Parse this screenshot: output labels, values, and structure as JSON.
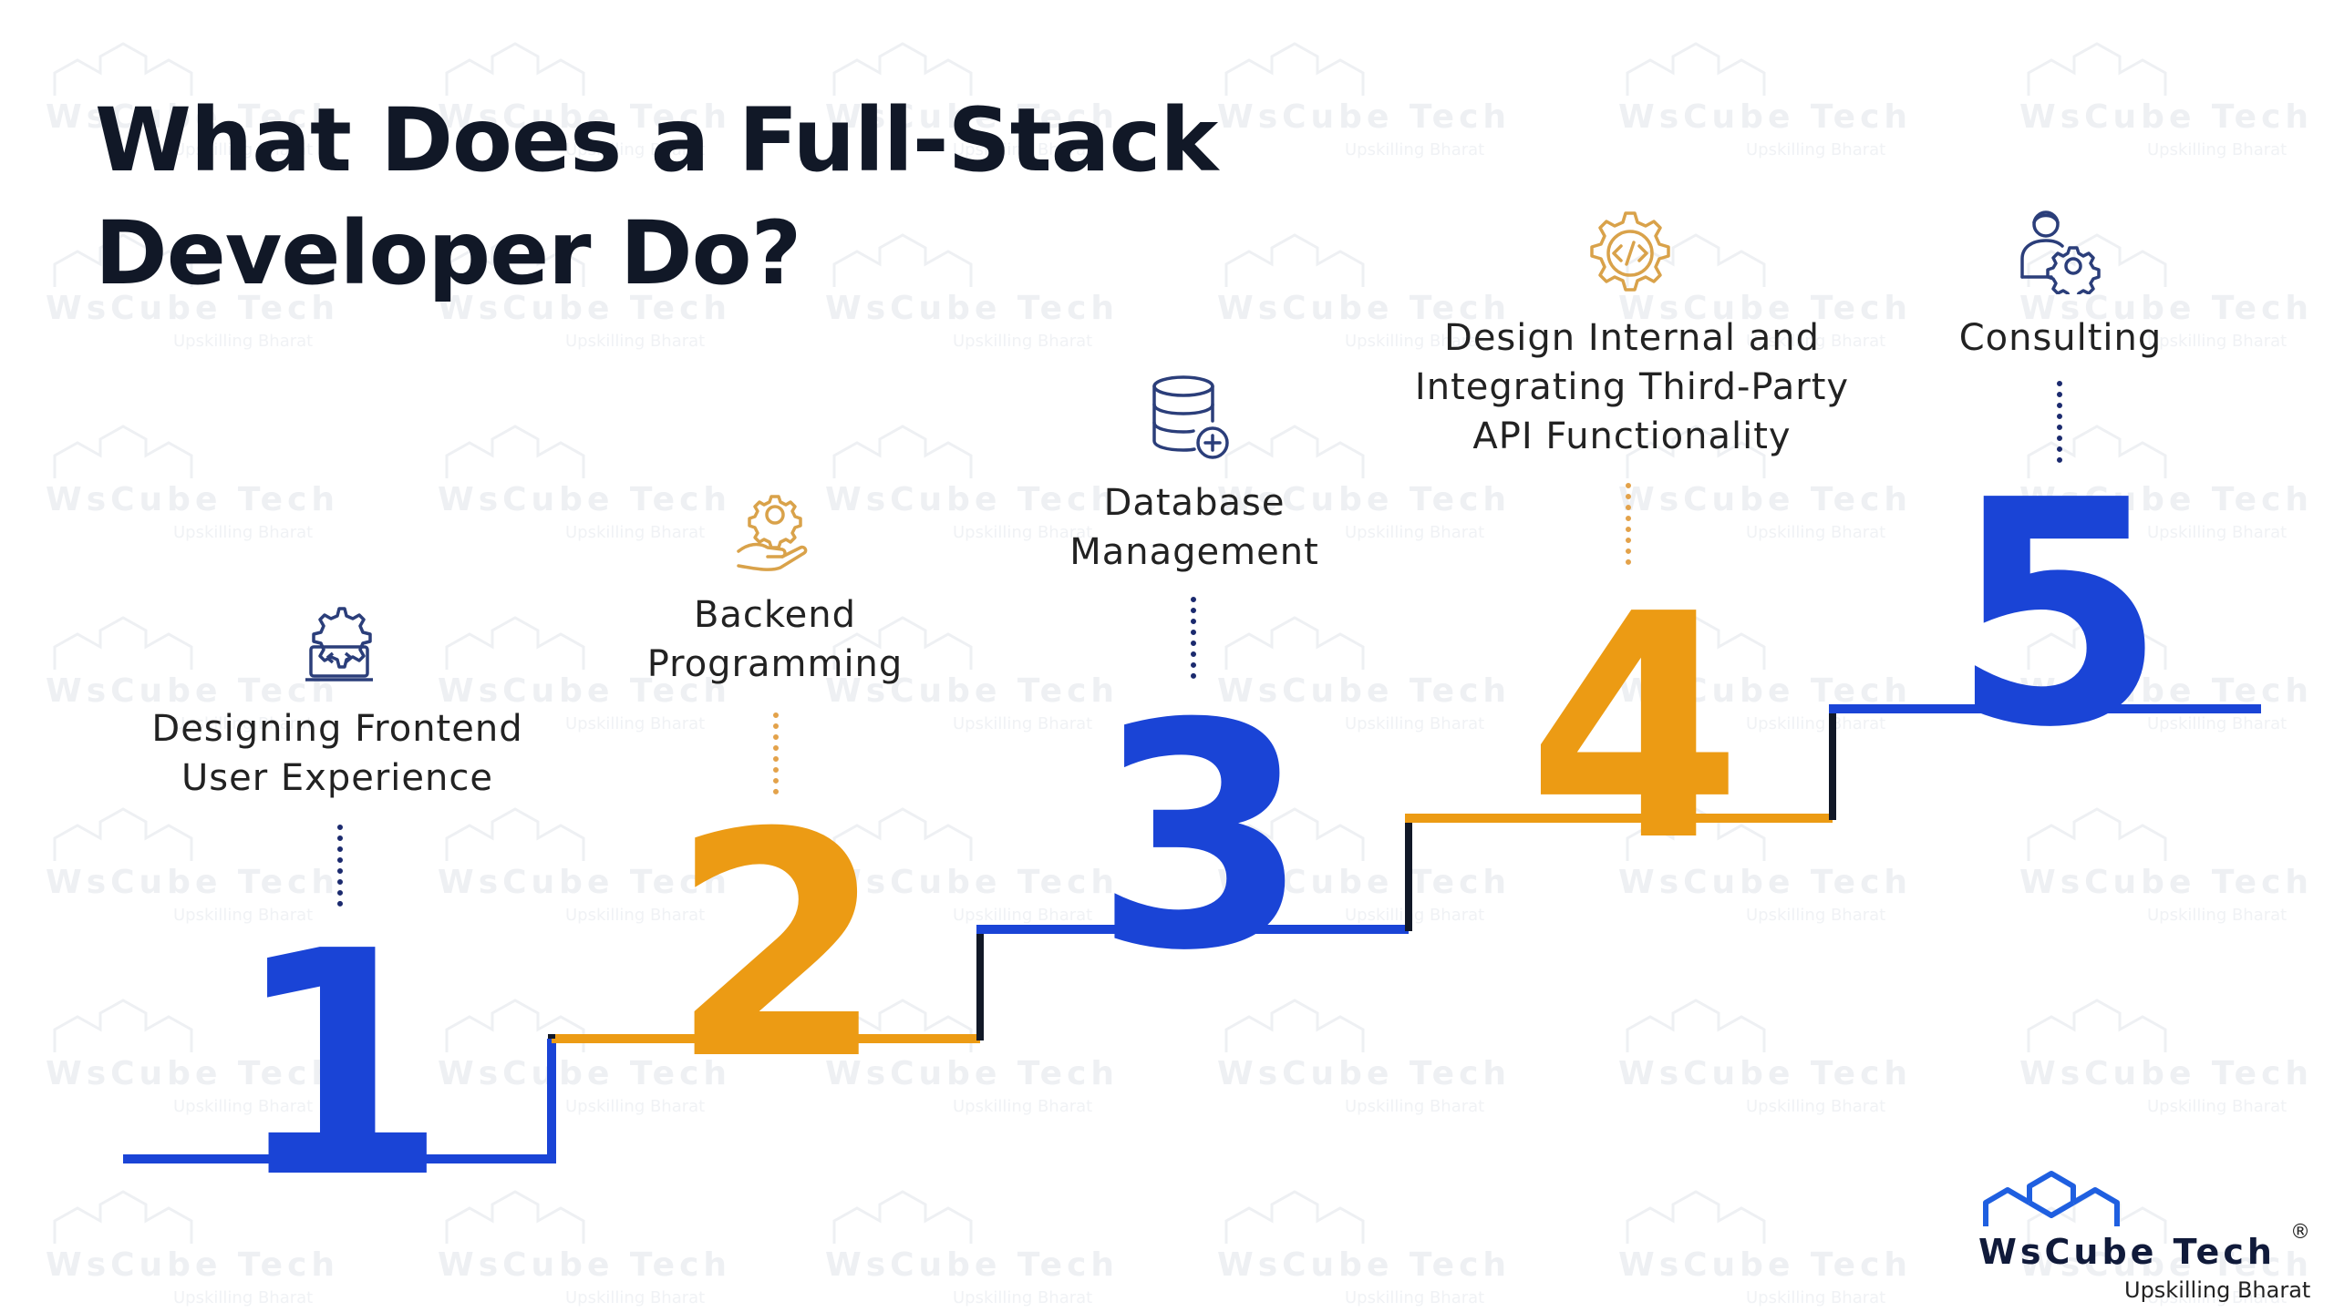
{
  "title": {
    "line1": "What Does a Full-Stack",
    "line2": "Developer Do?"
  },
  "steps": [
    {
      "number": "1",
      "label_line1": "Designing Frontend",
      "label_line2": "User Experience",
      "icon": "monitor-gear-icon",
      "color": "#1a44d6"
    },
    {
      "number": "2",
      "label_line1": "Backend",
      "label_line2": "Programming",
      "icon": "hand-gear-icon",
      "color": "#ec9b14"
    },
    {
      "number": "3",
      "label_line1": "Database",
      "label_line2": "Management",
      "icon": "database-add-icon",
      "color": "#1a44d6"
    },
    {
      "number": "4",
      "label_line1": "Design Internal and",
      "label_line2": "Integrating Third-Party",
      "label_line3": "API Functionality",
      "icon": "code-gear-icon",
      "color": "#ec9b14"
    },
    {
      "number": "5",
      "label_line1": "Consulting",
      "icon": "user-gear-icon",
      "color": "#1a44d6"
    }
  ],
  "logo": {
    "name": "WsCube Tech",
    "tagline": "Upskilling Bharat",
    "registered": "®"
  },
  "watermark": {
    "text": "WsCube Tech",
    "subtext": "Upskilling Bharat"
  },
  "colors": {
    "blue": "#1a44d6",
    "orange": "#ec9b14",
    "heading": "#111827",
    "icon_blue": "#2b3e7a",
    "icon_orange": "#d9a24a"
  }
}
